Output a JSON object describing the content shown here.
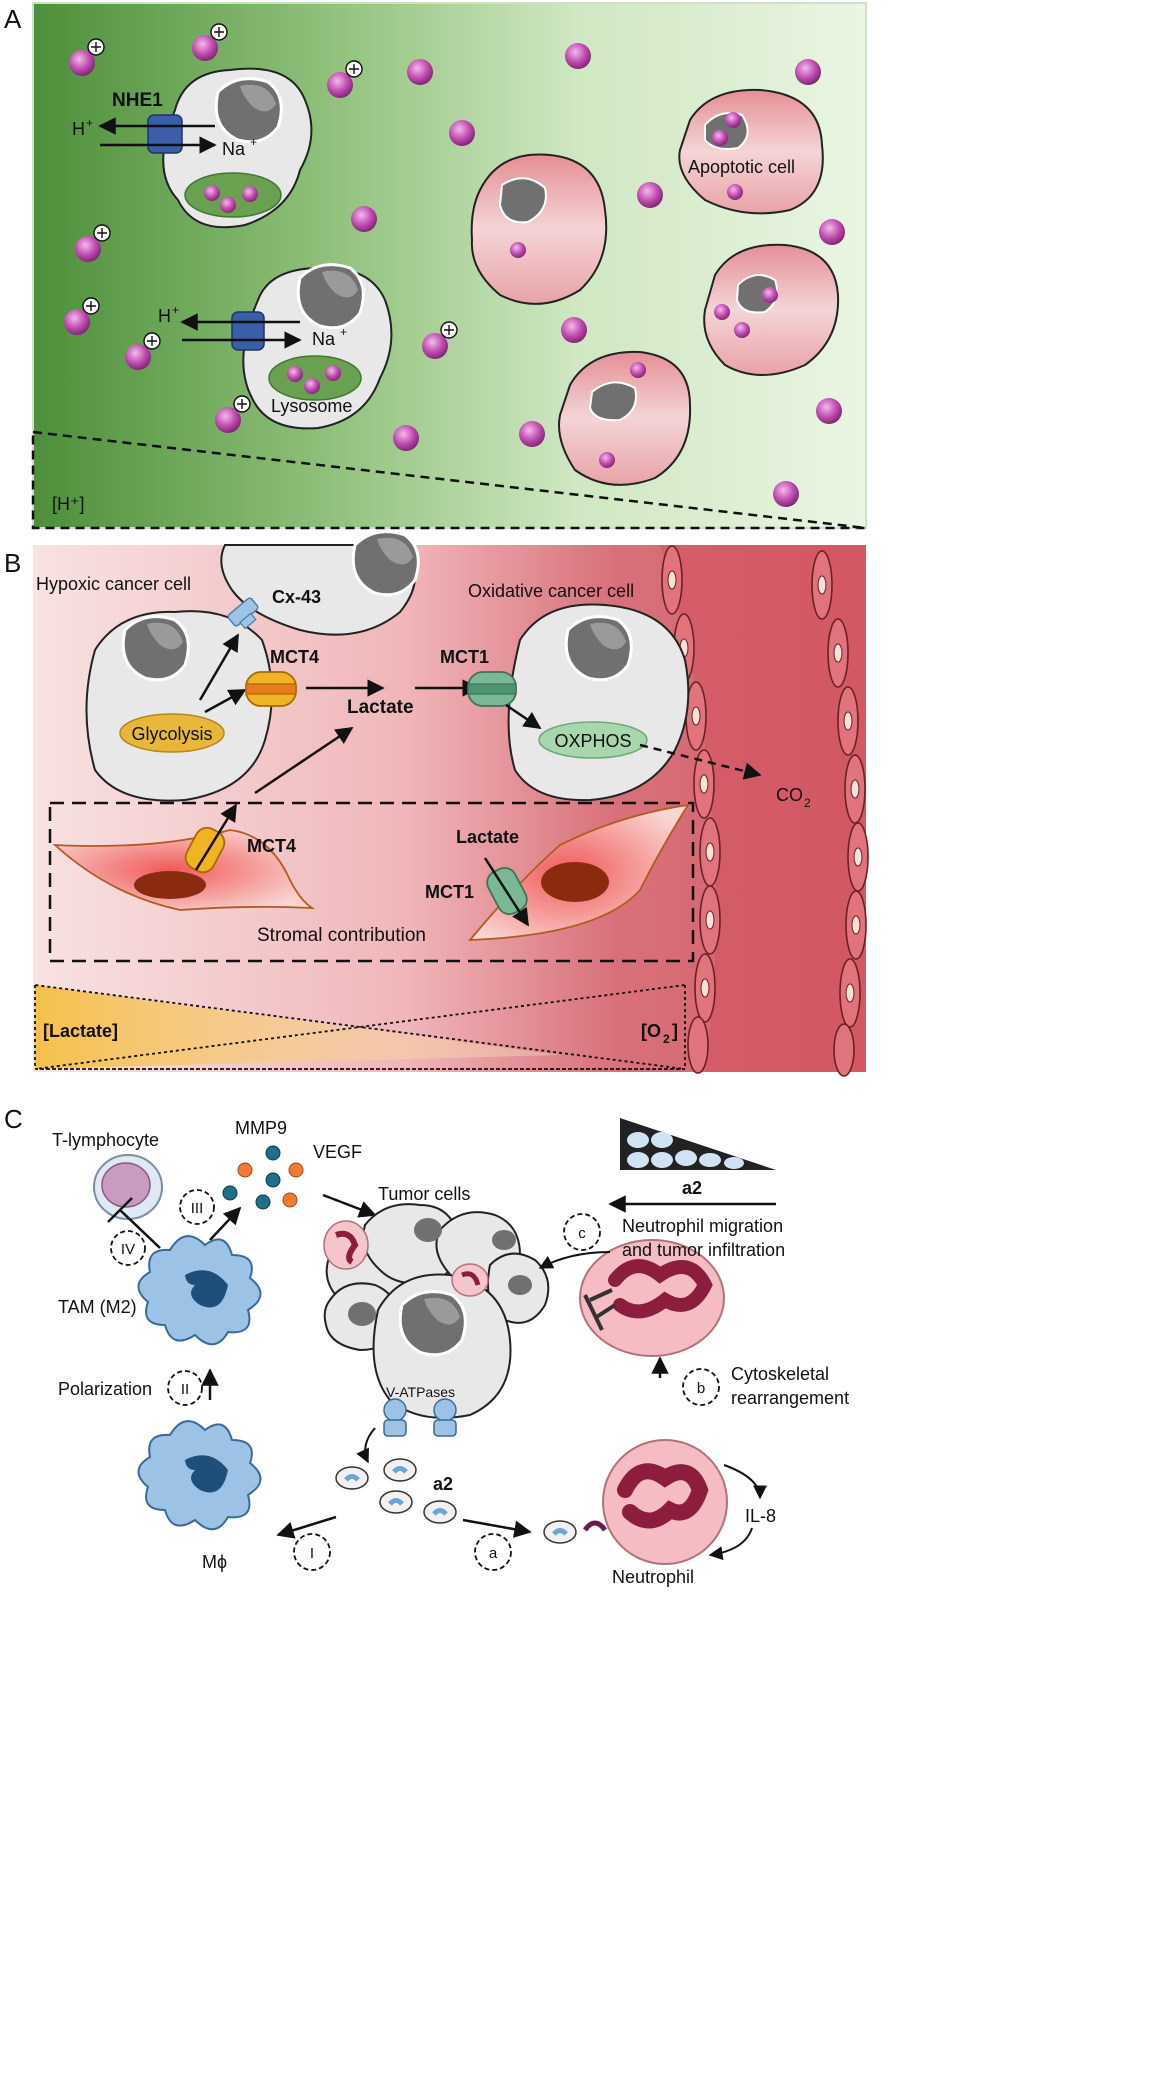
{
  "panel_a": {
    "letter": "A",
    "nhe1": "NHE1",
    "h": "H",
    "na": "Na",
    "plus_sup": "+",
    "apoptotic_cell": "Apoptotic cell",
    "lysosome": "Lysosome",
    "h_concentration": "[H⁺]",
    "colors": {
      "gradient_start": "#4d8f3a",
      "gradient_end": "#e8f4e0",
      "particle": "#c04db0",
      "exchanger": "#3a5fa8"
    }
  },
  "panel_b": {
    "letter": "B",
    "hypoxic_cancer_cell": "Hypoxic cancer cell",
    "cx43": "Cx-43",
    "oxidative_cancer_cell": "Oxidative cancer cell",
    "mct4": "MCT4",
    "mct1": "MCT1",
    "glycolysis": "Glycolysis",
    "lactate": "Lactate",
    "oxphos": "OXPHOS",
    "co": "CO",
    "co_sub": "2",
    "mct4_stroma": "MCT4",
    "lactate_stroma": "Lactate",
    "mct1_stroma": "MCT1",
    "stromal_contribution": "Stromal contribution",
    "lactate_gradient": "[Lactate]",
    "o2_open": "[O",
    "o2_sub": "2",
    "o2_close": "]",
    "colors": {
      "bg_light": "#f6dcdc",
      "bg_dark": "#d35f6a",
      "mct4": "#f0b323",
      "mct1": "#7ab895",
      "glycolysis": "#e8b73a",
      "oxphos": "#a8d6ad"
    }
  },
  "panel_c": {
    "letter": "C",
    "t_lymphocyte": "T-lymphocyte",
    "mmp9": "MMP9",
    "vegf": "VEGF",
    "tumor_cells": "Tumor cells",
    "a2_top": "a2",
    "neutrophil_migration_1": "Neutrophil migration",
    "neutrophil_migration_2": "and tumor infiltration",
    "tam": "TAM (M2)",
    "polarization": "Polarization",
    "v_atpases": "V-ATPases",
    "a2_mid": "a2",
    "cytoskeletal_1": "Cytoskeletal",
    "cytoskeletal_2": "rearrangement",
    "il8": "IL-8",
    "macrophage": "Mϕ",
    "neutrophil": "Neutrophil",
    "step_i": "I",
    "step_ii": "II",
    "step_iii": "III",
    "step_iv": "IV",
    "step_a": "a",
    "step_b": "b",
    "step_c": "c",
    "colors": {
      "macrophage": "#9cc3e6",
      "neutrophil": "#f5bcc4",
      "mmp9_dot": "#1f6f8b",
      "vegf_dot": "#f07a32"
    }
  }
}
